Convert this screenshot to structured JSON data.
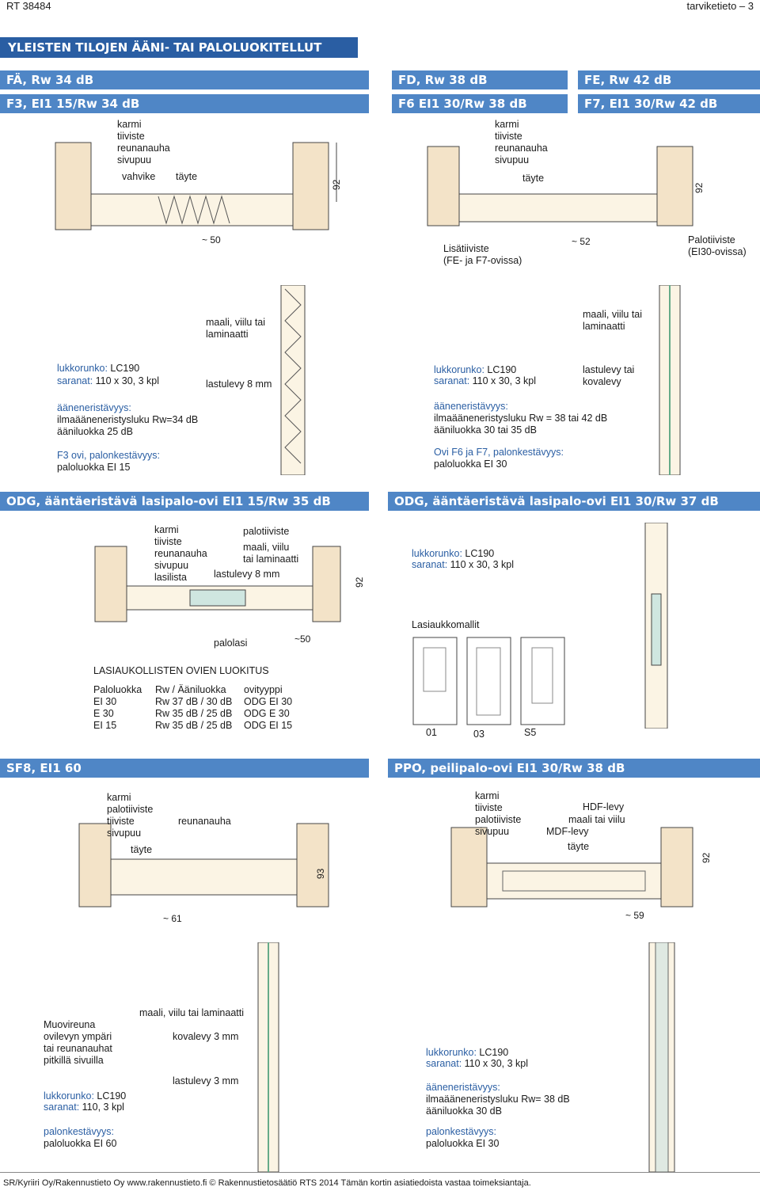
{
  "header": {
    "left": "RT 38484",
    "right": "tarviketieto – 3"
  },
  "main_title": "YLEISTEN TILOJEN ÄÄNI- TAI PALOLUOKITELLUT OVET",
  "sections": {
    "fa": {
      "title1": "FÄ, Rw 34 dB",
      "title2": "F3, EI1 15/Rw 34 dB",
      "labels": "karmi\ntiiviste\nreunanauha\nsivupuu",
      "vahvike": "vahvike",
      "tayte": "täyte",
      "dim92": "92",
      "dim50": "~ 50",
      "finish": "maali, viilu tai\nlaminaatti",
      "lastulevy": "lastulevy 8 mm",
      "lock_label": "lukkorunko:",
      "lock": "LC190",
      "hinge_label": "saranat:",
      "hinge": "110 x 30, 3 kpl",
      "sound_label": "ääneneristävyys:",
      "sound": "ilmaääneneristysluku Rw=34 dB\nääniluokka 25 dB",
      "fire_label": "F3 ovi, palonkestävyys:",
      "fire": "paloluokka EI 15"
    },
    "fd": {
      "title1": "FD, Rw 38 dB",
      "title2": "F6 EI1 30/Rw 38 dB",
      "labels": "karmi\ntiiviste\nreunanauha\nsivupuu",
      "tayte": "täyte",
      "extra": "Lisätiiviste\n(FE- ja F7-ovissa)"
    },
    "fe": {
      "title1": "FE, Rw 42 dB",
      "title2": "F7, EI1 30/Rw 42 dB",
      "dim92": "92",
      "dim52": "~ 52",
      "palo": "Palotiiviste\n(EI30-ovissa)",
      "finish": "maali, viilu tai\nlaminaatti",
      "lastulevy": "lastulevy tai\nkovalevy",
      "lock_label": "lukkorunko:",
      "lock": "LC190",
      "hinge_label": "saranat:",
      "hinge": "110 x 30, 3 kpl",
      "sound_label": "ääneneristävyys:",
      "sound": "ilmaääneneristysluku Rw = 38 tai 42 dB\nääniluokka 30 tai 35 dB",
      "fire_label": "Ovi F6 ja F7, palonkestävyys:",
      "fire": "paloluokka EI 30"
    },
    "odg1": {
      "title": "ODG, ääntäeristävä lasipalo-ovi EI1 15/Rw 35 dB",
      "labels": "karmi\ntiiviste\nreunanauha\nsivupuu\nlasilista",
      "palotiiviste": "palotiiviste",
      "finish": "maali, viilu\ntai laminaatti",
      "lastulevy": "lastulevy 8 mm",
      "dim92": "92",
      "palolasi": "palolasi",
      "dim50": "~50",
      "class_title": "LASIAUKOLLISTEN OVIEN LUOKITUS",
      "table_head": [
        "Paloluokka",
        "Rw / Ääniluokka",
        "ovityyppi"
      ],
      "table_rows": [
        [
          "EI 30",
          "Rw 37 dB / 30 dB",
          "ODG EI 30"
        ],
        [
          "E 30",
          "Rw 35 dB / 25 dB",
          "ODG E 30"
        ],
        [
          "EI 15",
          "Rw 35 dB / 25 dB",
          "ODG EI 15"
        ]
      ]
    },
    "odg2": {
      "title": "ODG, ääntäeristävä lasipalo-ovi EI1 30/Rw 37 dB",
      "lock_label": "lukkorunko:",
      "lock": "LC190",
      "hinge_label": "saranat:",
      "hinge": "110 x 30, 3 kpl",
      "models_title": "Lasiaukkomallit",
      "models": [
        "01",
        "03",
        "S5"
      ]
    },
    "sf8": {
      "title": "SF8, EI1 60",
      "labels": "karmi\npalotiiviste\ntiiviste\nsivupuu",
      "reunanauha": "reunanauha",
      "tayte": "täyte",
      "dim93": "93",
      "dim61": "~ 61",
      "muovi": "Muovireuna\novilevyn ympäri\ntai reunanauhat\npitkillä sivuilla",
      "finish": "maali, viilu tai laminaatti",
      "kovalevy": "kovalevy 3 mm",
      "lastulevy": "lastulevy 3 mm",
      "lock_label": "lukkorunko:",
      "lock": "LC190",
      "hinge_label": "saranat:",
      "hinge": "110, 3 kpl",
      "fire_label": "palonkestävyys:",
      "fire": "paloluokka EI 60"
    },
    "ppo": {
      "title": "PPO, peilipalo-ovi EI1 30/Rw 38 dB",
      "labels": "karmi\ntiiviste\npalotiiviste\nsivupuu",
      "hdf": "HDF-levy",
      "finish": "maali tai viilu",
      "mdf": "MDF-levy",
      "tayte": "täyte",
      "dim92": "92",
      "dim59": "~ 59",
      "lock_label": "lukkorunko:",
      "lock": "LC190",
      "hinge_label": "saranat:",
      "hinge": "110 x 30, 3 kpl",
      "sound_label": "ääneneristävyys:",
      "sound": "ilmaääneneristysluku Rw= 38 dB\nääniluokka 30 dB",
      "fire_label": "palonkestävyys:",
      "fire": "paloluokka EI 30"
    }
  },
  "footer": "SR/Kyriiri Oy/Rakennustieto Oy  www.rakennustieto.fi  © Rakennustietosäätiö RTS 2014  Tämän kortin asiatiedoista vastaa toimeksiantaja."
}
